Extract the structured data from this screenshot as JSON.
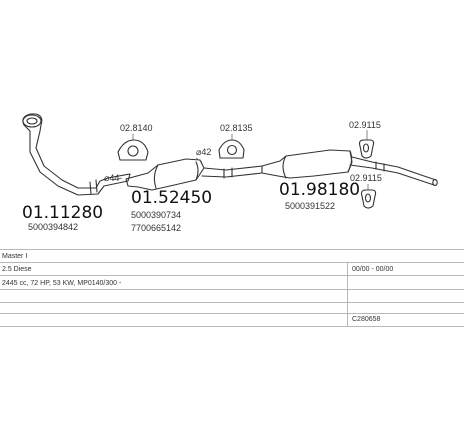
{
  "parts": {
    "p1": {
      "number": "01.11280",
      "oem": "5000394842"
    },
    "p2": {
      "number": "01.52450",
      "oem1": "5000390734",
      "oem2": "7700665142"
    },
    "p3": {
      "number": "01.98180",
      "oem": "5000391522"
    }
  },
  "fittings": {
    "f1": "02.8140",
    "f2": "02.8135",
    "f3": "02.9115",
    "f4": "02.9115"
  },
  "diameters": {
    "d44": "⌀44",
    "d42": "⌀42"
  },
  "table": {
    "model": "Master I",
    "engine": "2.5 Diese",
    "years": "00/00 - 00/00",
    "spec": "2445 cc, 72 HP, 53 KW, MP0140/300 -",
    "code": "C280658"
  }
}
